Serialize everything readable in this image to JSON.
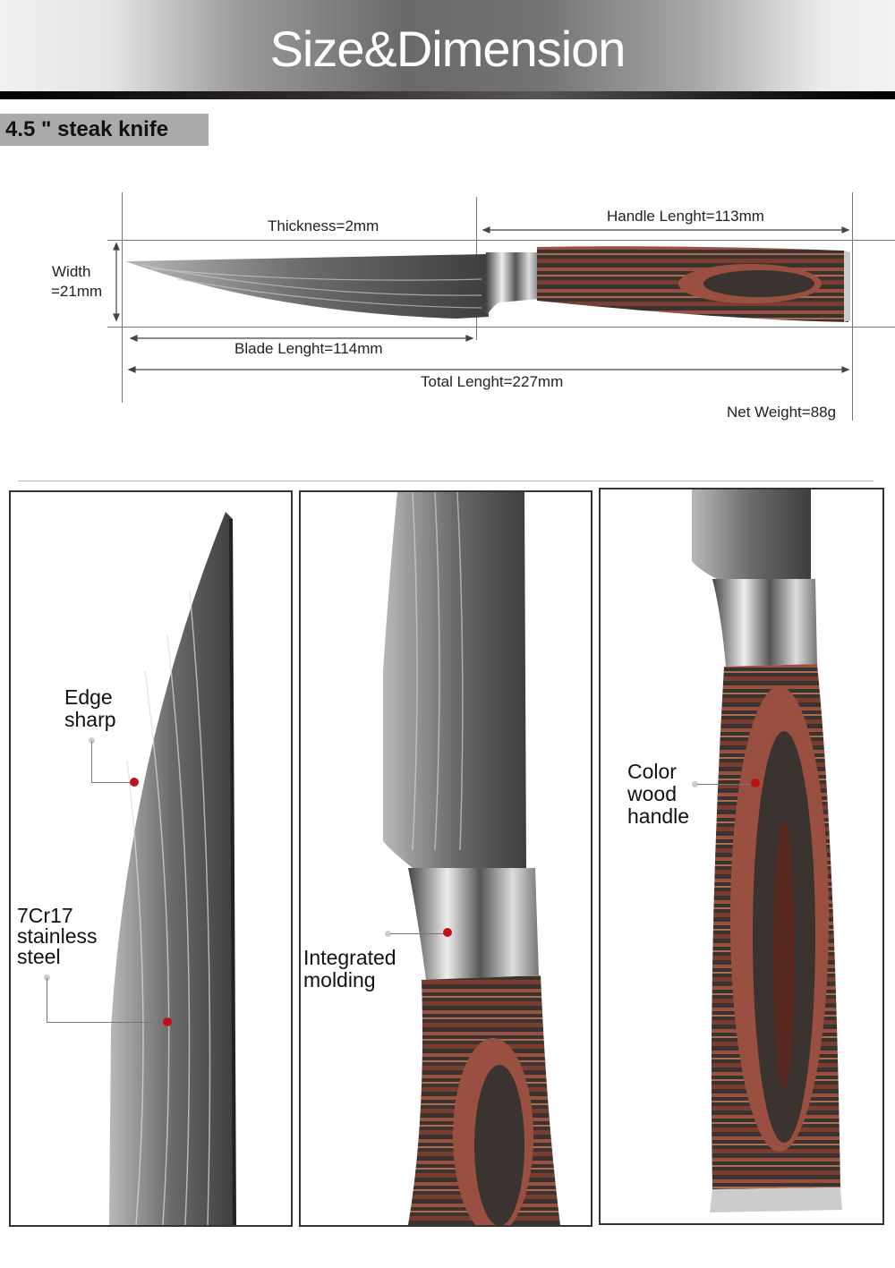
{
  "header": {
    "title": "Size&Dimension"
  },
  "model_label": "4.5 \" steak knife",
  "dimensions": {
    "thickness": "Thickness=2mm",
    "handle_length": "Handle Lenght=113mm",
    "width_line1": "Width",
    "width_line2": "=21mm",
    "blade_length": "Blade Lenght=114mm",
    "total_length": "Total Lenght=227mm",
    "net_weight": "Net Weight=88g"
  },
  "panels": [
    {
      "callouts": [
        {
          "lines": [
            "Edge",
            "sharp"
          ]
        },
        {
          "lines": [
            "7Cr17",
            "stainless",
            "steel"
          ]
        }
      ]
    },
    {
      "callouts": [
        {
          "lines": [
            "Integrated",
            "molding"
          ]
        }
      ]
    },
    {
      "callouts": [
        {
          "lines": [
            "Color",
            "wood",
            "handle"
          ]
        }
      ]
    }
  ],
  "colors": {
    "accent_dot": "#c0101a",
    "wood_dark": "#3a3330",
    "wood_red": "#8a4a3a"
  }
}
